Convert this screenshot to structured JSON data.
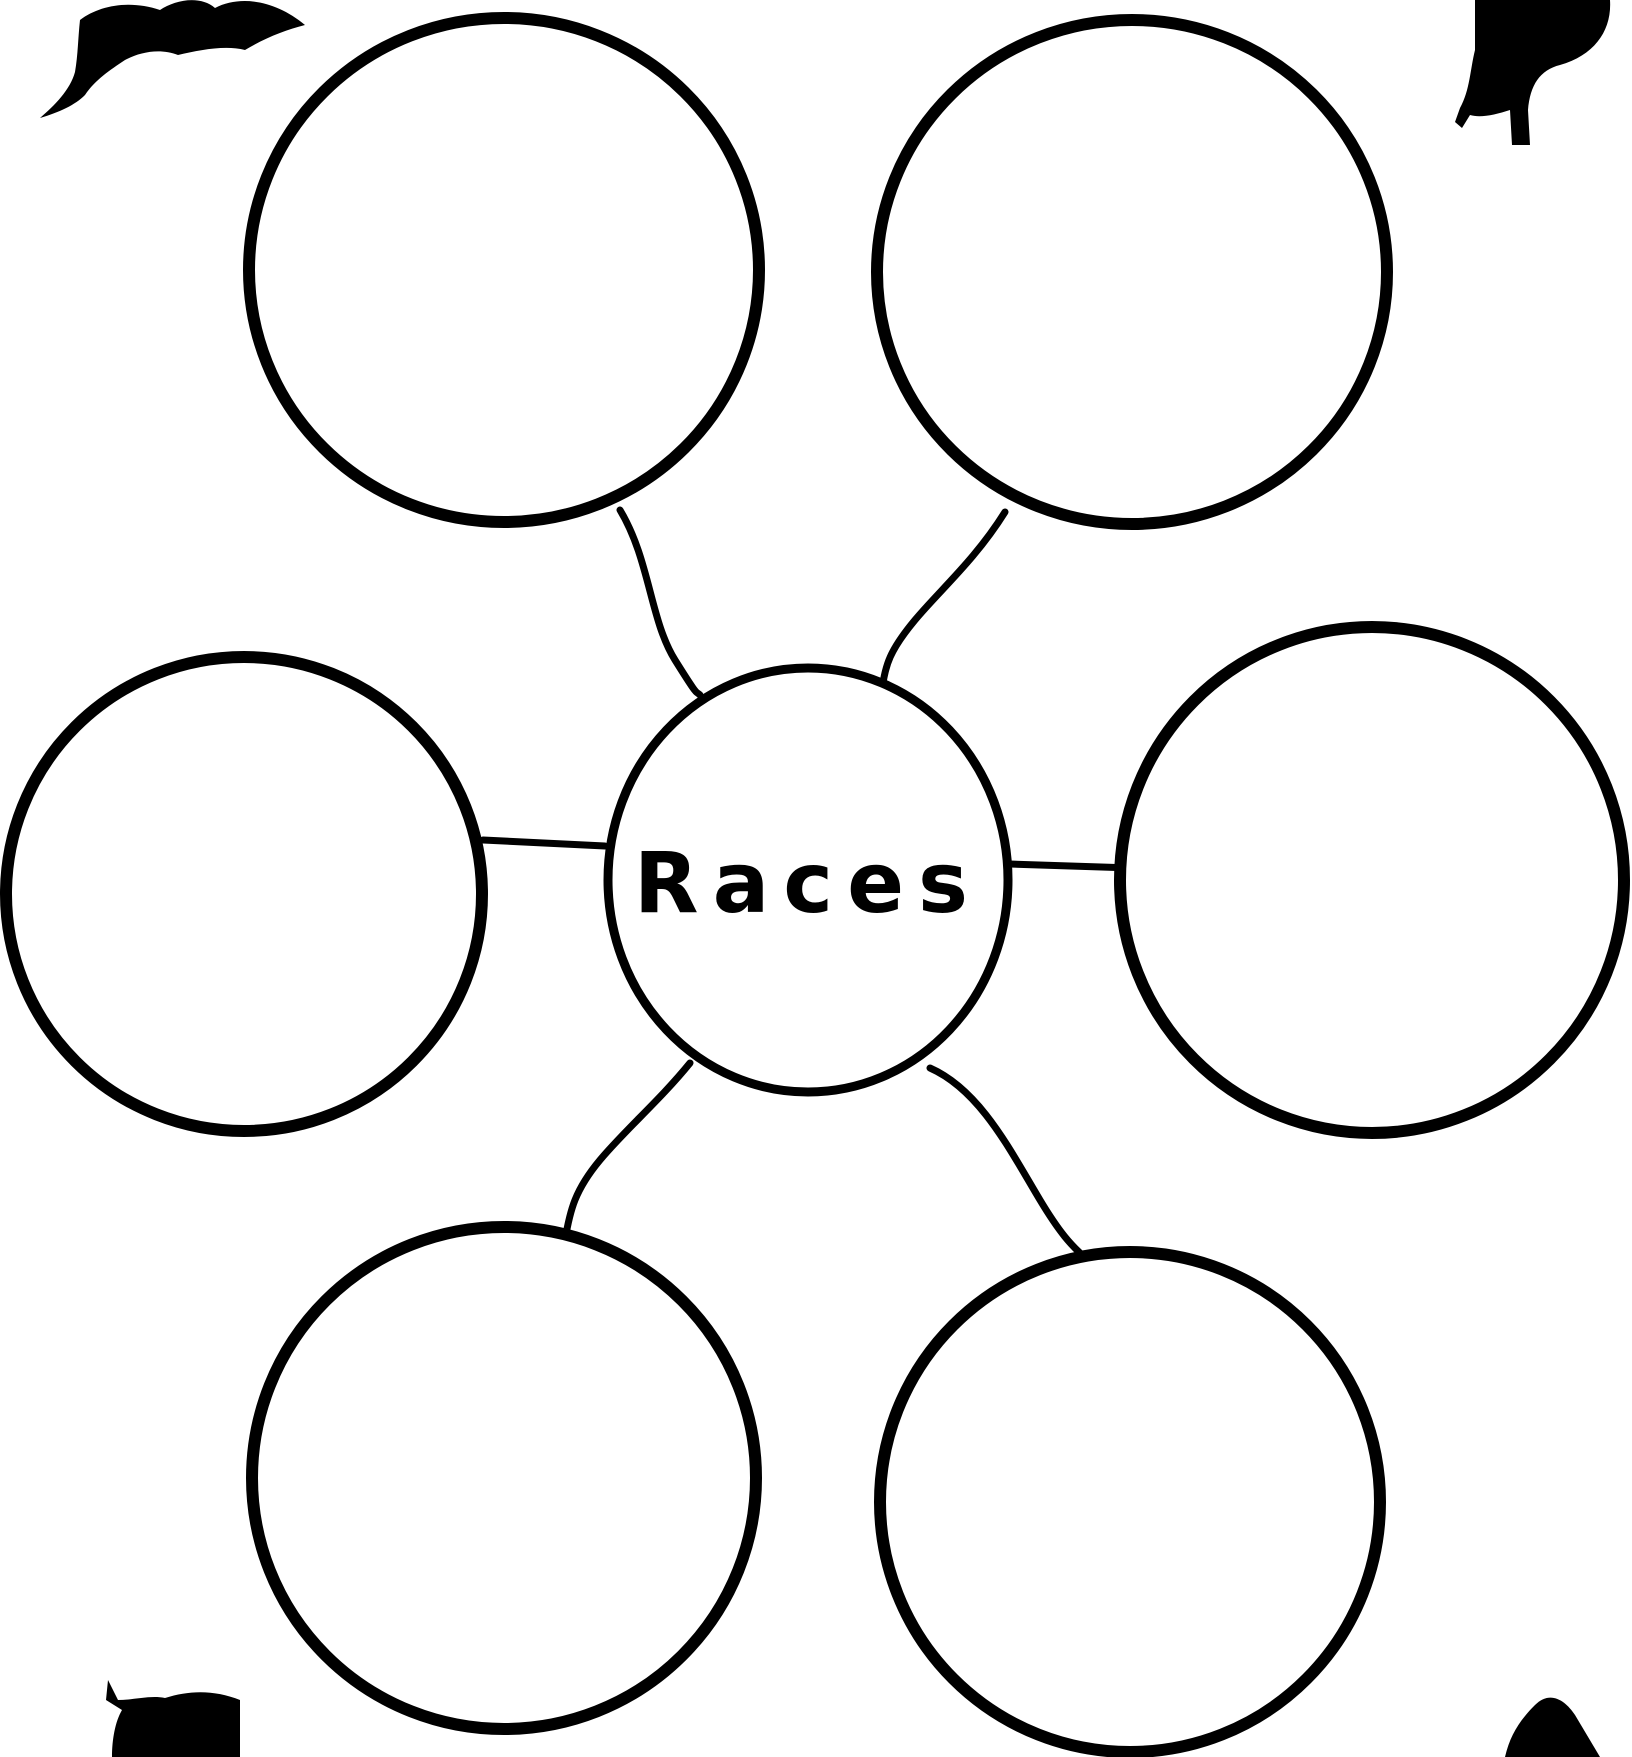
{
  "diagram": {
    "type": "bubble-map",
    "center": {
      "label": "Races"
    },
    "bubbles": [
      {
        "id": "top-left",
        "label": ""
      },
      {
        "id": "top-right",
        "label": ""
      },
      {
        "id": "middle-left",
        "label": ""
      },
      {
        "id": "middle-right",
        "label": ""
      },
      {
        "id": "bottom-left",
        "label": ""
      },
      {
        "id": "bottom-right",
        "label": ""
      }
    ],
    "decorations": [
      "bat-silhouette-icon",
      "creature-silhouette-icon",
      "mouse-silhouette-icon",
      "creature-silhouette-bottom-icon"
    ],
    "colors": {
      "line": "#000000",
      "background": "#ffffff"
    }
  }
}
